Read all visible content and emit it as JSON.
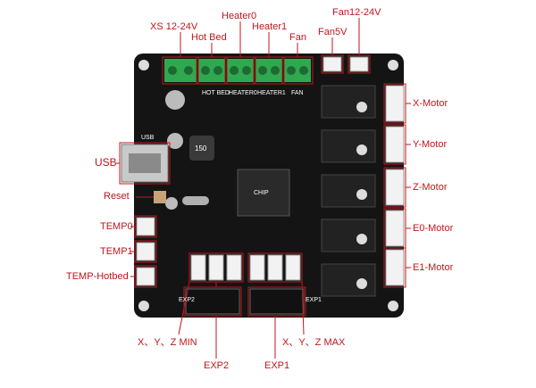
{
  "labels": {
    "xs": "XS 12-24V",
    "hotbed": "Hot Bed",
    "heater0": "Heater0",
    "heater1": "Heater1",
    "fan": "Fan",
    "fan5v": "Fan5V",
    "fan1224": "Fan12-24V",
    "usb": "USB",
    "reset": "Reset",
    "temp0": "TEMP0",
    "temp1": "TEMP1",
    "temp_hotbed": "TEMP-Hotbed",
    "xmin": "X、Y、Z MIN",
    "xmax": "X、Y、Z MAX",
    "exp2": "EXP2",
    "exp1": "EXP1",
    "x_motor": "X-Motor",
    "y_motor": "Y-Motor",
    "z_motor": "Z-Motor",
    "e0_motor": "E0-Motor",
    "e1_motor": "E1-Motor"
  },
  "silkscreen": {
    "hot_bed": "HOT BED",
    "heater0": "HEATER0",
    "heater1": "HEATER1",
    "fan": "FAN",
    "usb": "USB",
    "inductor": "150",
    "chip": "CHIP",
    "exp1": "EXP1",
    "exp2": "EXP2"
  },
  "colors": {
    "annotation": "#c0161c",
    "board": "#141414",
    "terminal": "#2fa84f",
    "connector": "#f2f2f2"
  }
}
